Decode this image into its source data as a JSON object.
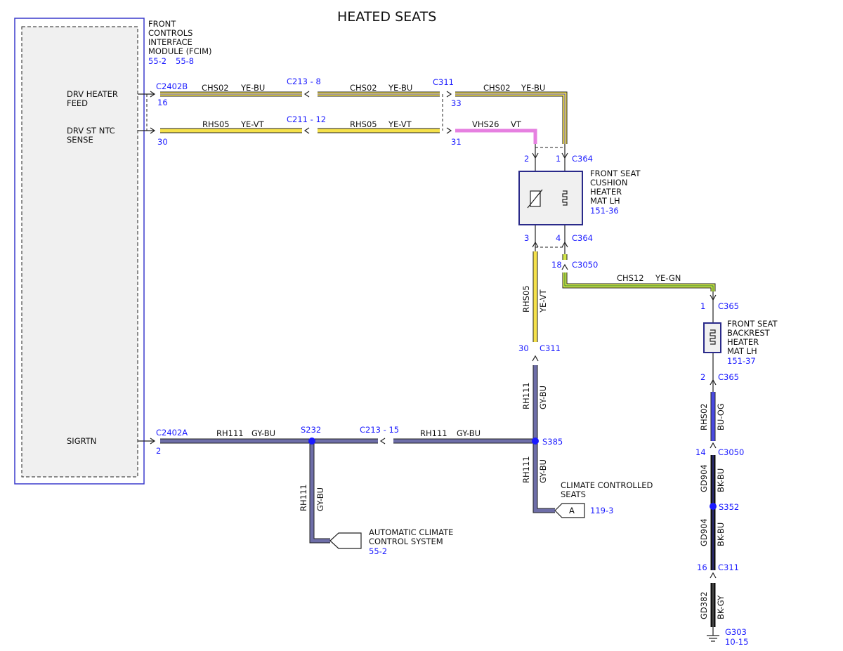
{
  "title": "HEATED SEATS",
  "colors": {
    "YE": "#f5e14a",
    "YE_GN": "#d4e84a",
    "VT": "#e680e0",
    "GY_BU": "#6e6ea8",
    "BU_OG": "#4a4ae0",
    "BK": "#111111",
    "module_fill": "#f0f0f0",
    "module_border": "#3a3acc",
    "accent_text": "#1a1aff"
  },
  "module": {
    "name_lines": [
      "FRONT",
      "CONTROLS",
      "INTERFACE",
      "MODULE (FCIM)"
    ],
    "refs": [
      "55-2",
      "55-8"
    ],
    "pins": [
      {
        "label_lines": [
          "DRV HEATER",
          "FEED"
        ],
        "connector": "C2402B",
        "pin": "16"
      },
      {
        "label_lines": [
          "DRV ST NTC",
          "SENSE"
        ],
        "connector": "",
        "pin": "30"
      },
      {
        "label_lines": [
          "SIGRTN"
        ],
        "connector": "C2402A",
        "pin": "2"
      }
    ]
  },
  "inline_connectors": {
    "c213_8": "C213 - 8",
    "c211_12": "C211 - 12",
    "c213_15": "C213 - 15",
    "c311_top": "C311",
    "c311_pin33": "33",
    "c311_pin31": "31",
    "c311_pin30": "30",
    "c311_right": "C311",
    "c364_top": "C364",
    "c364_bottom": "C364",
    "c364_pin2": "2",
    "c364_pin1": "1",
    "c364_pin3": "3",
    "c364_pin4": "4",
    "c3050_top": "C3050",
    "c3050_pin18": "18",
    "c365_top": "C365",
    "c365_pin1": "1",
    "c365_bottom": "C365",
    "c365_pin2": "2",
    "c3050_bottom": "C3050",
    "c3050_pin14": "14",
    "c311_bottom": "C311",
    "c311_pin16": "16"
  },
  "wires": {
    "chs02": {
      "circuit": "CHS02",
      "color": "YE-BU"
    },
    "rhs05": {
      "circuit": "RHS05",
      "color": "YE-VT"
    },
    "vhs26": {
      "circuit": "VHS26",
      "color": "VT"
    },
    "chs12": {
      "circuit": "CHS12",
      "color": "YE-GN"
    },
    "rh111": {
      "circuit": "RH111",
      "color": "GY-BU"
    },
    "rhs02": {
      "circuit": "RHS02",
      "color": "BU-OG"
    },
    "gd904": {
      "circuit": "GD904",
      "color": "BK-BU"
    },
    "gd382": {
      "circuit": "GD382",
      "color": "BK-GY"
    }
  },
  "components": {
    "cushion": {
      "lines": [
        "FRONT SEAT",
        "CUSHION",
        "HEATER",
        "MAT LH"
      ],
      "ref": "151-36"
    },
    "backrest": {
      "lines": [
        "FRONT SEAT",
        "BACKREST",
        "HEATER",
        "MAT LH"
      ],
      "ref": "151-37"
    }
  },
  "splices": {
    "s232": "S232",
    "s385": "S385",
    "s352": "S352"
  },
  "ground": {
    "name": "G303",
    "ref": "10-15"
  },
  "references": {
    "climate_seats": {
      "lines": [
        "CLIMATE CONTROLLED",
        "SEATS"
      ],
      "tag": "A",
      "ref": "119-3"
    },
    "acc": {
      "lines": [
        "AUTOMATIC CLIMATE",
        "CONTROL SYSTEM"
      ],
      "ref": "55-2"
    }
  }
}
